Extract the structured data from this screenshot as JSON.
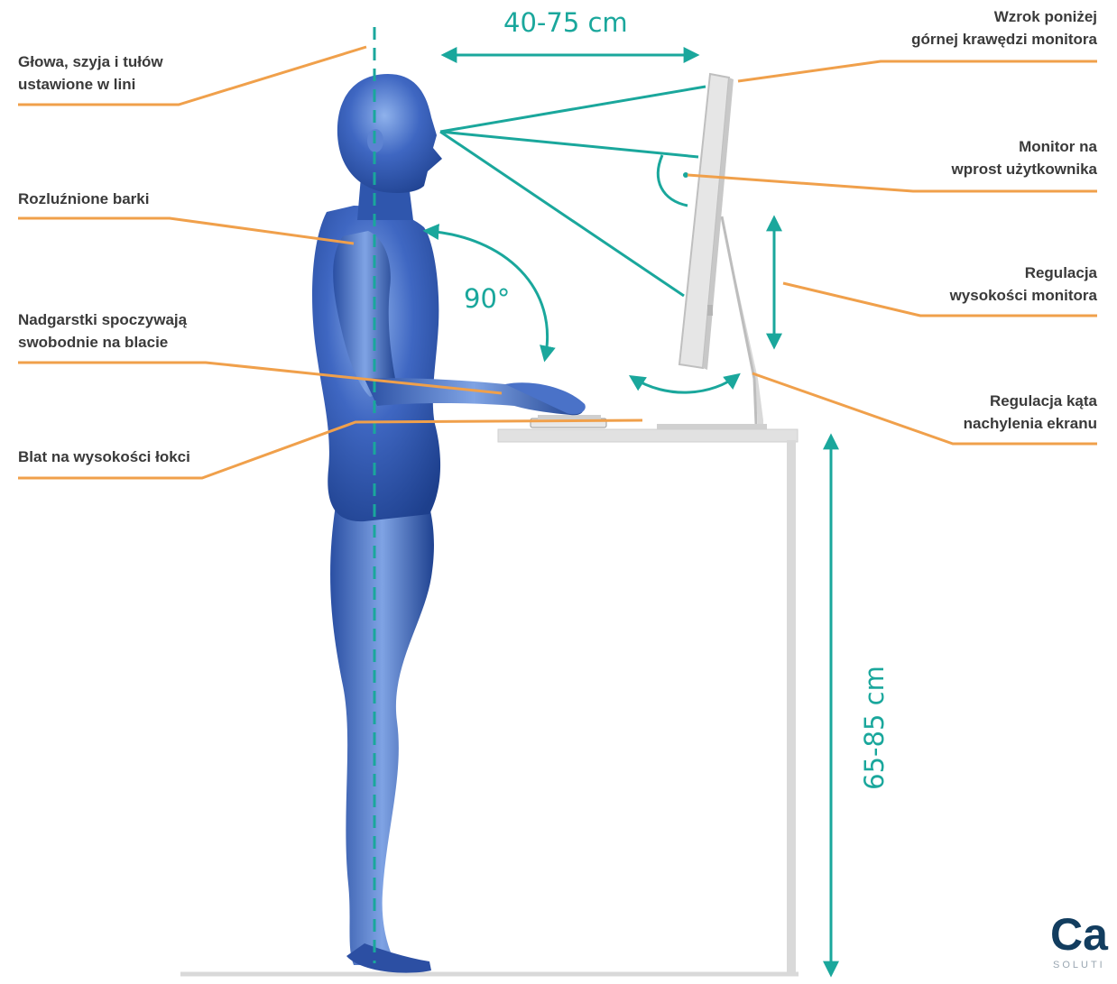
{
  "labels_left": {
    "head": [
      "Głowa, szyja i tułów",
      "ustawione w lini"
    ],
    "shoulders": "Rozluźnione barki",
    "wrists": [
      "Nadgarstki spoczywają",
      "swobodnie na blacie"
    ],
    "desk": "Blat na wysokości łokci"
  },
  "labels_right": {
    "gaze": [
      "Wzrok poniżej",
      "górnej krawędzi monitora"
    ],
    "monitor_front": [
      "Monitor na",
      "wprost użytkownika"
    ],
    "monitor_height": [
      "Regulacja",
      "wysokości monitora"
    ],
    "screen_angle": [
      "Regulacja kąta",
      "nachylenia ekranu"
    ]
  },
  "measurements": {
    "distance": "40-75 cm",
    "angle": "90°",
    "desk_height": "65-85 cm"
  },
  "logo": {
    "text": "Ca",
    "subtext": "SOLUTI"
  },
  "colors": {
    "accent_teal": "#1aa79c",
    "leader_orange": "#f0a04b",
    "figure_blue": "#1d3f8c",
    "desk_gray": "#d9d9d9"
  }
}
